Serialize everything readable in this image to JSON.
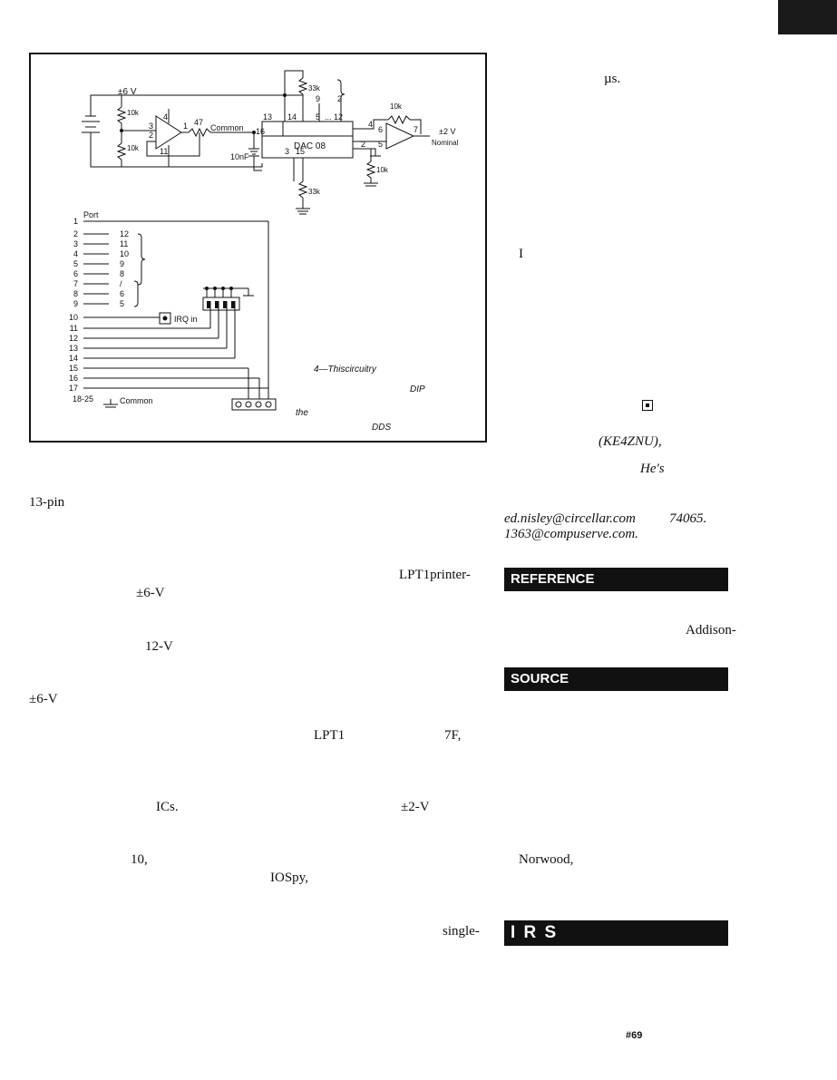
{
  "figure": {
    "schematic": {
      "supply": "±6 V",
      "r_divider_top": "10k",
      "r_divider_bottom": "10k",
      "opamp1_pins": [
        "4",
        "3",
        "2",
        "1",
        "11"
      ],
      "r_series": "47",
      "common_label": "Common",
      "cap": "10nF",
      "r_ref_top": "33k",
      "r_ref_bottom": "33k",
      "dac_label": "DAC 08",
      "dac_pins": [
        "13",
        "14",
        "16",
        "3",
        "15",
        "9",
        "2",
        "5",
        "... 12"
      ],
      "r_feedback": "10k",
      "r_out_gnd": "10k",
      "opamp2_pins": [
        "4",
        "6",
        "2",
        "5",
        "7"
      ],
      "out_label": "±2 V",
      "nominal_label": "Nominal"
    },
    "wiring": {
      "port_label": "Port",
      "pins_left": [
        "1",
        "2",
        "3",
        "4",
        "5",
        "6",
        "7",
        "8",
        "9",
        "10",
        "11",
        "12",
        "13",
        "14",
        "15",
        "16",
        "17",
        "18-25"
      ],
      "dac_map": [
        "12",
        "11",
        "10",
        "9",
        "8",
        "/",
        "6",
        "5"
      ],
      "irq_label": "IRQ in",
      "common_label": "Common"
    },
    "caption": [
      "4—Thiscircuitry",
      "DIP",
      "the",
      "DDS"
    ]
  },
  "right_column": {
    "frag1": "µs.",
    "frag2": "I",
    "frag3": "(KE4ZNU),",
    "frag4": "He's",
    "email1": "ed.nisley@circellar.com",
    "num1": "74065.",
    "email2": "1363@compuserve.com.",
    "frag5": "Addison-",
    "frag6": "Norwood,"
  },
  "left_column": {
    "f1": "13-pin",
    "f2": "LPT1printer-",
    "f3": "±6-V",
    "f4": "12-V",
    "f5": "±6-V",
    "f6": "LPT1",
    "f7": "7F,",
    "f8": "ICs.",
    "f9": "±2-V",
    "f10": "10,",
    "f11": "IOSpy,",
    "f12": "single-"
  },
  "headings": {
    "reference": "REFERENCE",
    "source": "SOURCE",
    "irs": "I R S"
  },
  "page_number": "#69"
}
